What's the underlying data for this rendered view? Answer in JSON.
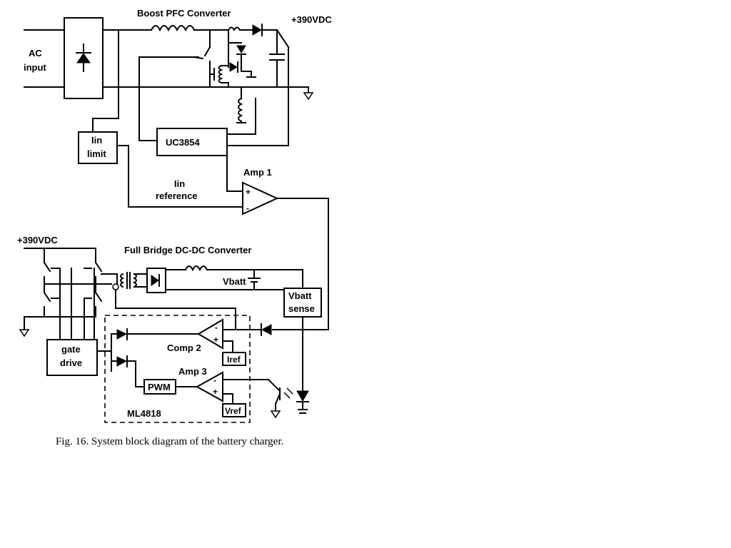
{
  "diagram": {
    "title_boost": "Boost PFC Converter",
    "top_voltage": "+390VDC",
    "ac_line1": "AC",
    "ac_line2": "input",
    "controller": "UC3854",
    "iin_limit_line1": "Iin",
    "iin_limit_line2": "limit",
    "iin_ref_line1": "Iin",
    "iin_ref_line2": "reference",
    "amp1": "Amp 1",
    "dc_voltage": "+390VDC",
    "title_fullbridge": "Full Bridge DC-DC Converter",
    "vbatt": "Vbatt",
    "vbatt_sense_line1": "Vbatt",
    "vbatt_sense_line2": "sense",
    "gate_line1": "gate",
    "gate_line2": "drive",
    "comp2": "Comp 2",
    "iref": "Iref",
    "amp3": "Amp 3",
    "pwm": "PWM",
    "vref": "Vref",
    "ic": "ML4818",
    "plus": "+",
    "minus": "-",
    "caption": "Fig. 16. System block diagram of the battery charger."
  }
}
